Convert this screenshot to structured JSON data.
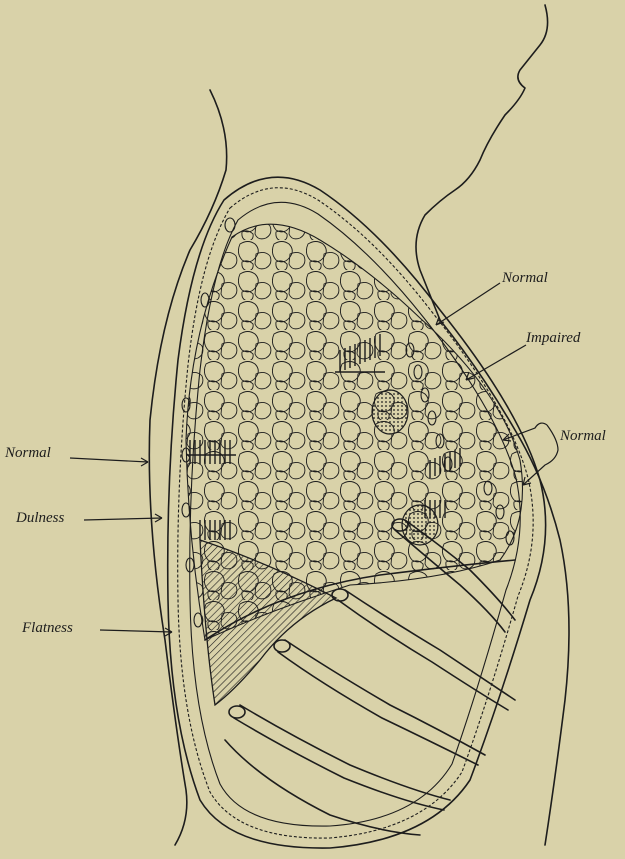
{
  "labels": {
    "normal_upper": "Normal",
    "impaired": "Impaired",
    "normal_bracket": "Normal",
    "normal_left": "Normal",
    "dulness": "Dulness",
    "flatness": "Flatness"
  },
  "colors": {
    "paper": "#d9d2a9",
    "ink": "#1d1d1d"
  }
}
